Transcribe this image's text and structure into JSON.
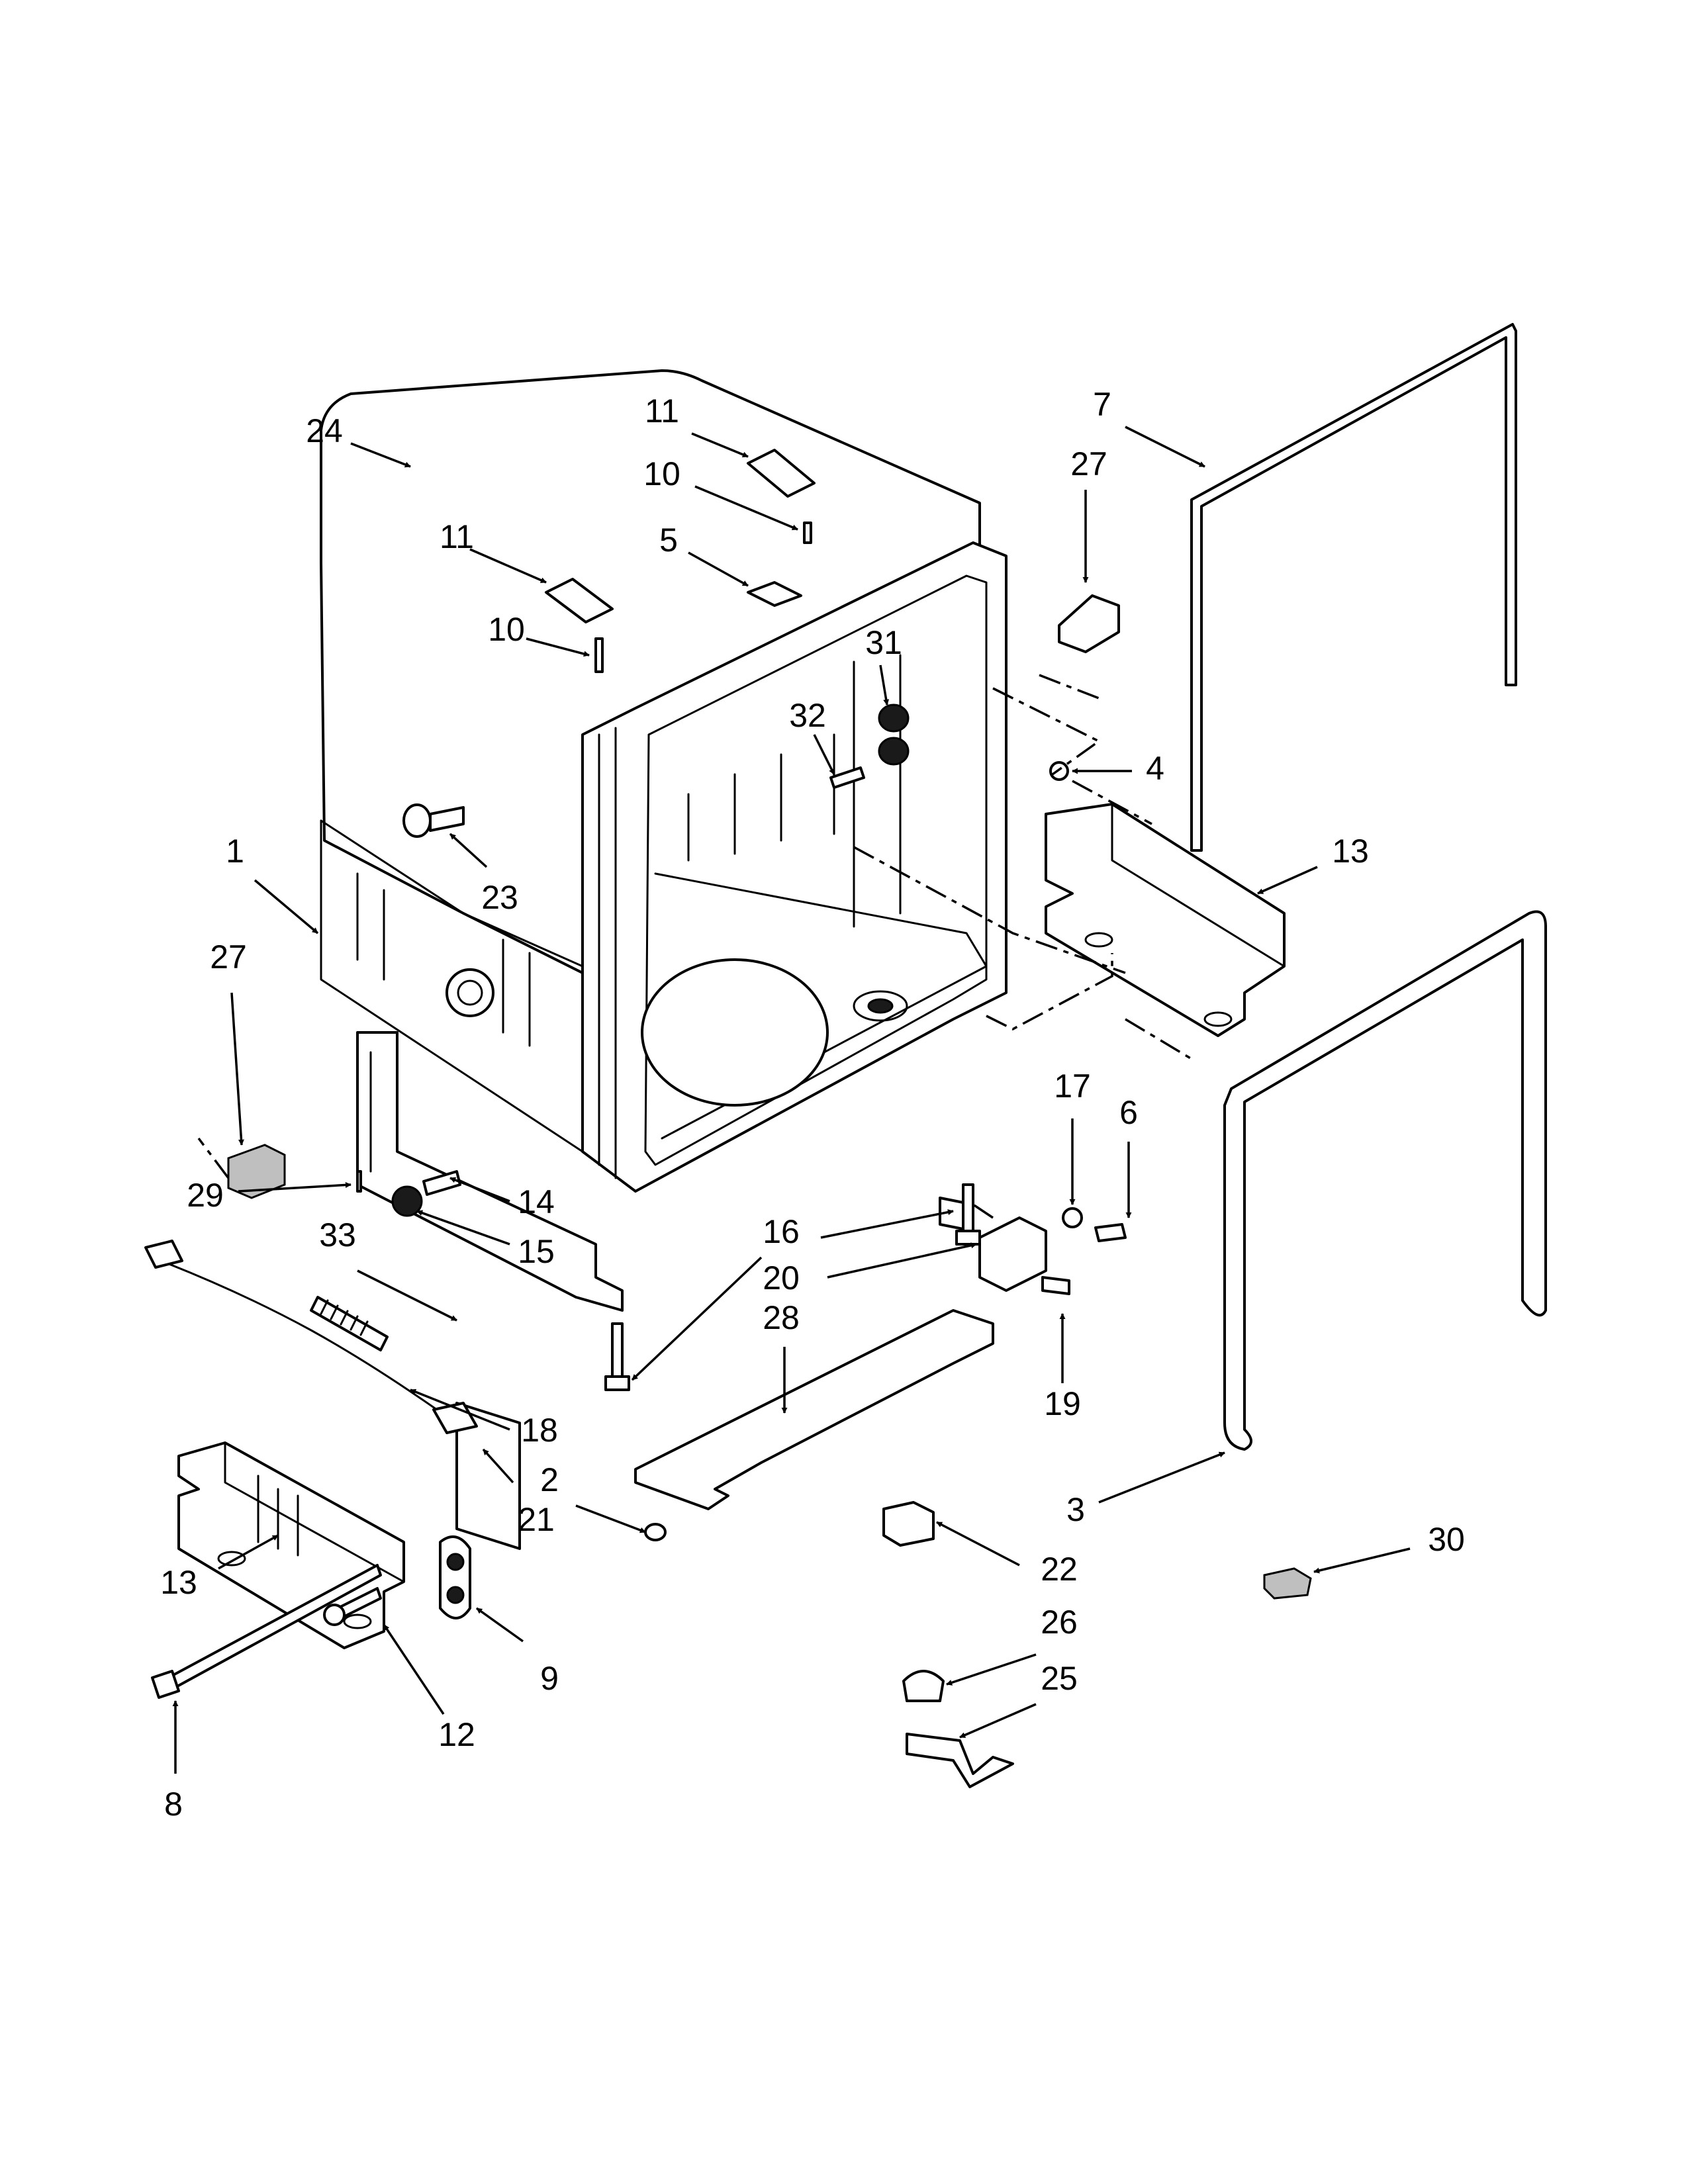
{
  "diagram": {
    "callouts": [
      {
        "id": "c24a",
        "label": "24"
      },
      {
        "id": "c11a",
        "label": "11"
      },
      {
        "id": "c10a",
        "label": "10"
      },
      {
        "id": "c11b",
        "label": "11"
      },
      {
        "id": "c10b",
        "label": "10"
      },
      {
        "id": "c5",
        "label": "5"
      },
      {
        "id": "c7",
        "label": "7"
      },
      {
        "id": "c27a",
        "label": "27"
      },
      {
        "id": "c31",
        "label": "31"
      },
      {
        "id": "c32",
        "label": "32"
      },
      {
        "id": "c4",
        "label": "4"
      },
      {
        "id": "c13a",
        "label": "13"
      },
      {
        "id": "c1",
        "label": "1"
      },
      {
        "id": "c23",
        "label": "23"
      },
      {
        "id": "c27b",
        "label": "27"
      },
      {
        "id": "c29",
        "label": "29"
      },
      {
        "id": "c14",
        "label": "14"
      },
      {
        "id": "c15",
        "label": "15"
      },
      {
        "id": "c17",
        "label": "17"
      },
      {
        "id": "c6",
        "label": "6"
      },
      {
        "id": "c16",
        "label": "16"
      },
      {
        "id": "c20",
        "label": "20"
      },
      {
        "id": "c33",
        "label": "33"
      },
      {
        "id": "c28",
        "label": "28"
      },
      {
        "id": "c19",
        "label": "19"
      },
      {
        "id": "c18",
        "label": "18"
      },
      {
        "id": "c2",
        "label": "2"
      },
      {
        "id": "c21",
        "label": "21"
      },
      {
        "id": "c3",
        "label": "3"
      },
      {
        "id": "c13b",
        "label": "13"
      },
      {
        "id": "c22",
        "label": "22"
      },
      {
        "id": "c30",
        "label": "30"
      },
      {
        "id": "c9",
        "label": "9"
      },
      {
        "id": "c26",
        "label": "26"
      },
      {
        "id": "c25",
        "label": "25"
      },
      {
        "id": "c12",
        "label": "12"
      },
      {
        "id": "c8",
        "label": "8"
      }
    ]
  }
}
